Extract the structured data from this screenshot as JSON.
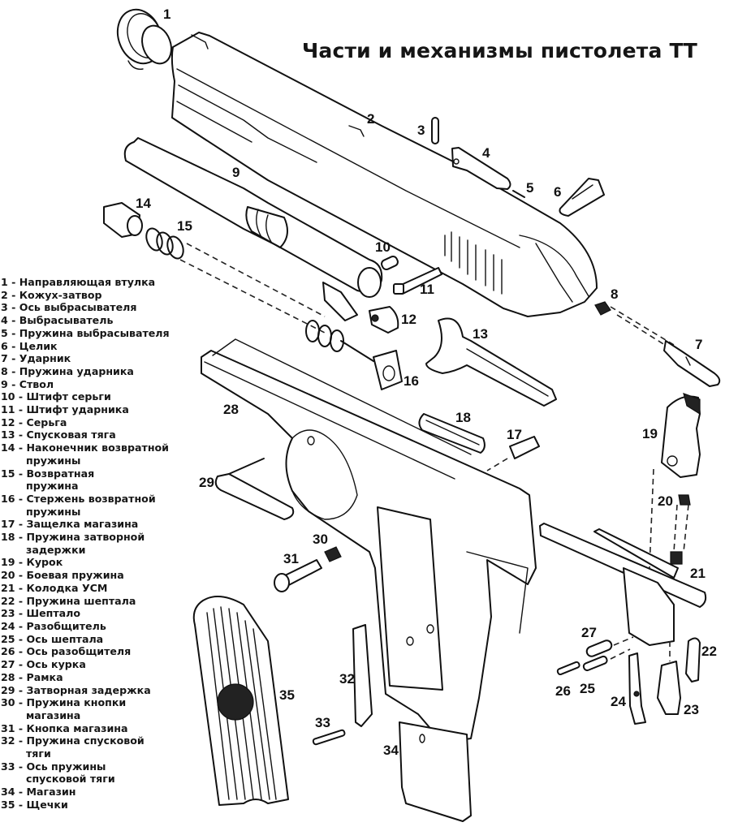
{
  "title": "Части и механизмы пистолета ТТ",
  "legend": [
    {
      "n": "1",
      "label": "Направляющая втулка"
    },
    {
      "n": "2",
      "label": "Кожух-затвор"
    },
    {
      "n": "3",
      "label": "Ось выбрасывателя"
    },
    {
      "n": "4",
      "label": "Выбрасыватель"
    },
    {
      "n": "5",
      "label": "Пружина выбрасывателя"
    },
    {
      "n": "6",
      "label": "Целик"
    },
    {
      "n": "7",
      "label": "Ударник"
    },
    {
      "n": "8",
      "label": "Пружина ударника"
    },
    {
      "n": "9",
      "label": "Ствол"
    },
    {
      "n": "10",
      "label": "Штифт серьги"
    },
    {
      "n": "11",
      "label": "Штифт ударника"
    },
    {
      "n": "12",
      "label": "Серьга"
    },
    {
      "n": "13",
      "label": "Спусковая тяга"
    },
    {
      "n": "14",
      "label": "Наконечник возвратной",
      "cont": "пружины"
    },
    {
      "n": "15",
      "label": "Возвратная",
      "cont": "пружина"
    },
    {
      "n": "16",
      "label": "Стержень возвратной",
      "cont": "пружины"
    },
    {
      "n": "17",
      "label": "Защелка магазина"
    },
    {
      "n": "18",
      "label": "Пружина затворной",
      "cont": "задержки"
    },
    {
      "n": "19",
      "label": "Курок"
    },
    {
      "n": "20",
      "label": "Боевая пружина"
    },
    {
      "n": "21",
      "label": "Колодка УСМ"
    },
    {
      "n": "22",
      "label": "Пружина шептала"
    },
    {
      "n": "23",
      "label": "Шептало"
    },
    {
      "n": "24",
      "label": "Разобщитель"
    },
    {
      "n": "25",
      "label": "Ось шептала"
    },
    {
      "n": "26",
      "label": "Ось разобщителя"
    },
    {
      "n": "27",
      "label": "Ось курка"
    },
    {
      "n": "28",
      "label": "Рамка"
    },
    {
      "n": "29",
      "label": "Затворная задержка"
    },
    {
      "n": "30",
      "label": "Пружина кнопки",
      "cont": "магазина"
    },
    {
      "n": "31",
      "label": "Кнопка магазина"
    },
    {
      "n": "32",
      "label": "Пружина спусковой",
      "cont": "тяги"
    },
    {
      "n": "33",
      "label": "Ось пружины",
      "cont": "спусковой тяги"
    },
    {
      "n": "34",
      "label": "Магазин"
    },
    {
      "n": "35",
      "label": "Щечки"
    }
  ],
  "callouts": [
    "1",
    "2",
    "3",
    "4",
    "5",
    "6",
    "7",
    "8",
    "9",
    "10",
    "11",
    "12",
    "13",
    "14",
    "15",
    "16",
    "17",
    "18",
    "19",
    "20",
    "21",
    "22",
    "23",
    "24",
    "25",
    "26",
    "27",
    "28",
    "29",
    "30",
    "31",
    "32",
    "33",
    "34",
    "35"
  ],
  "separator": " - "
}
